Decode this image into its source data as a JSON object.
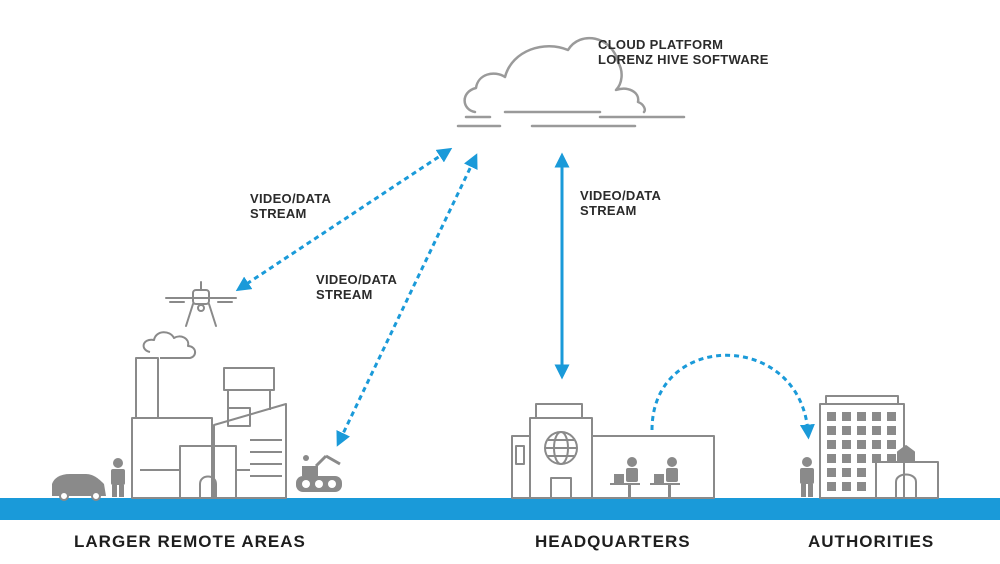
{
  "cloud": {
    "title_line1": "CLOUD PLATFORM",
    "title_line2": "LORENZ HIVE SOFTWARE"
  },
  "streams": [
    {
      "line1": "VIDEO/DATA",
      "line2": "STREAM"
    },
    {
      "line1": "VIDEO/DATA",
      "line2": "STREAM"
    },
    {
      "line1": "VIDEO/DATA",
      "line2": "STREAM"
    }
  ],
  "categories": {
    "remote": "LARGER  REMOTE  AREAS",
    "hq": "HEADQUARTERS",
    "authorities": "AUTHORITIES"
  },
  "colors": {
    "accent": "#1a9ad9",
    "line": "#9a9a9a",
    "text": "#222222"
  }
}
